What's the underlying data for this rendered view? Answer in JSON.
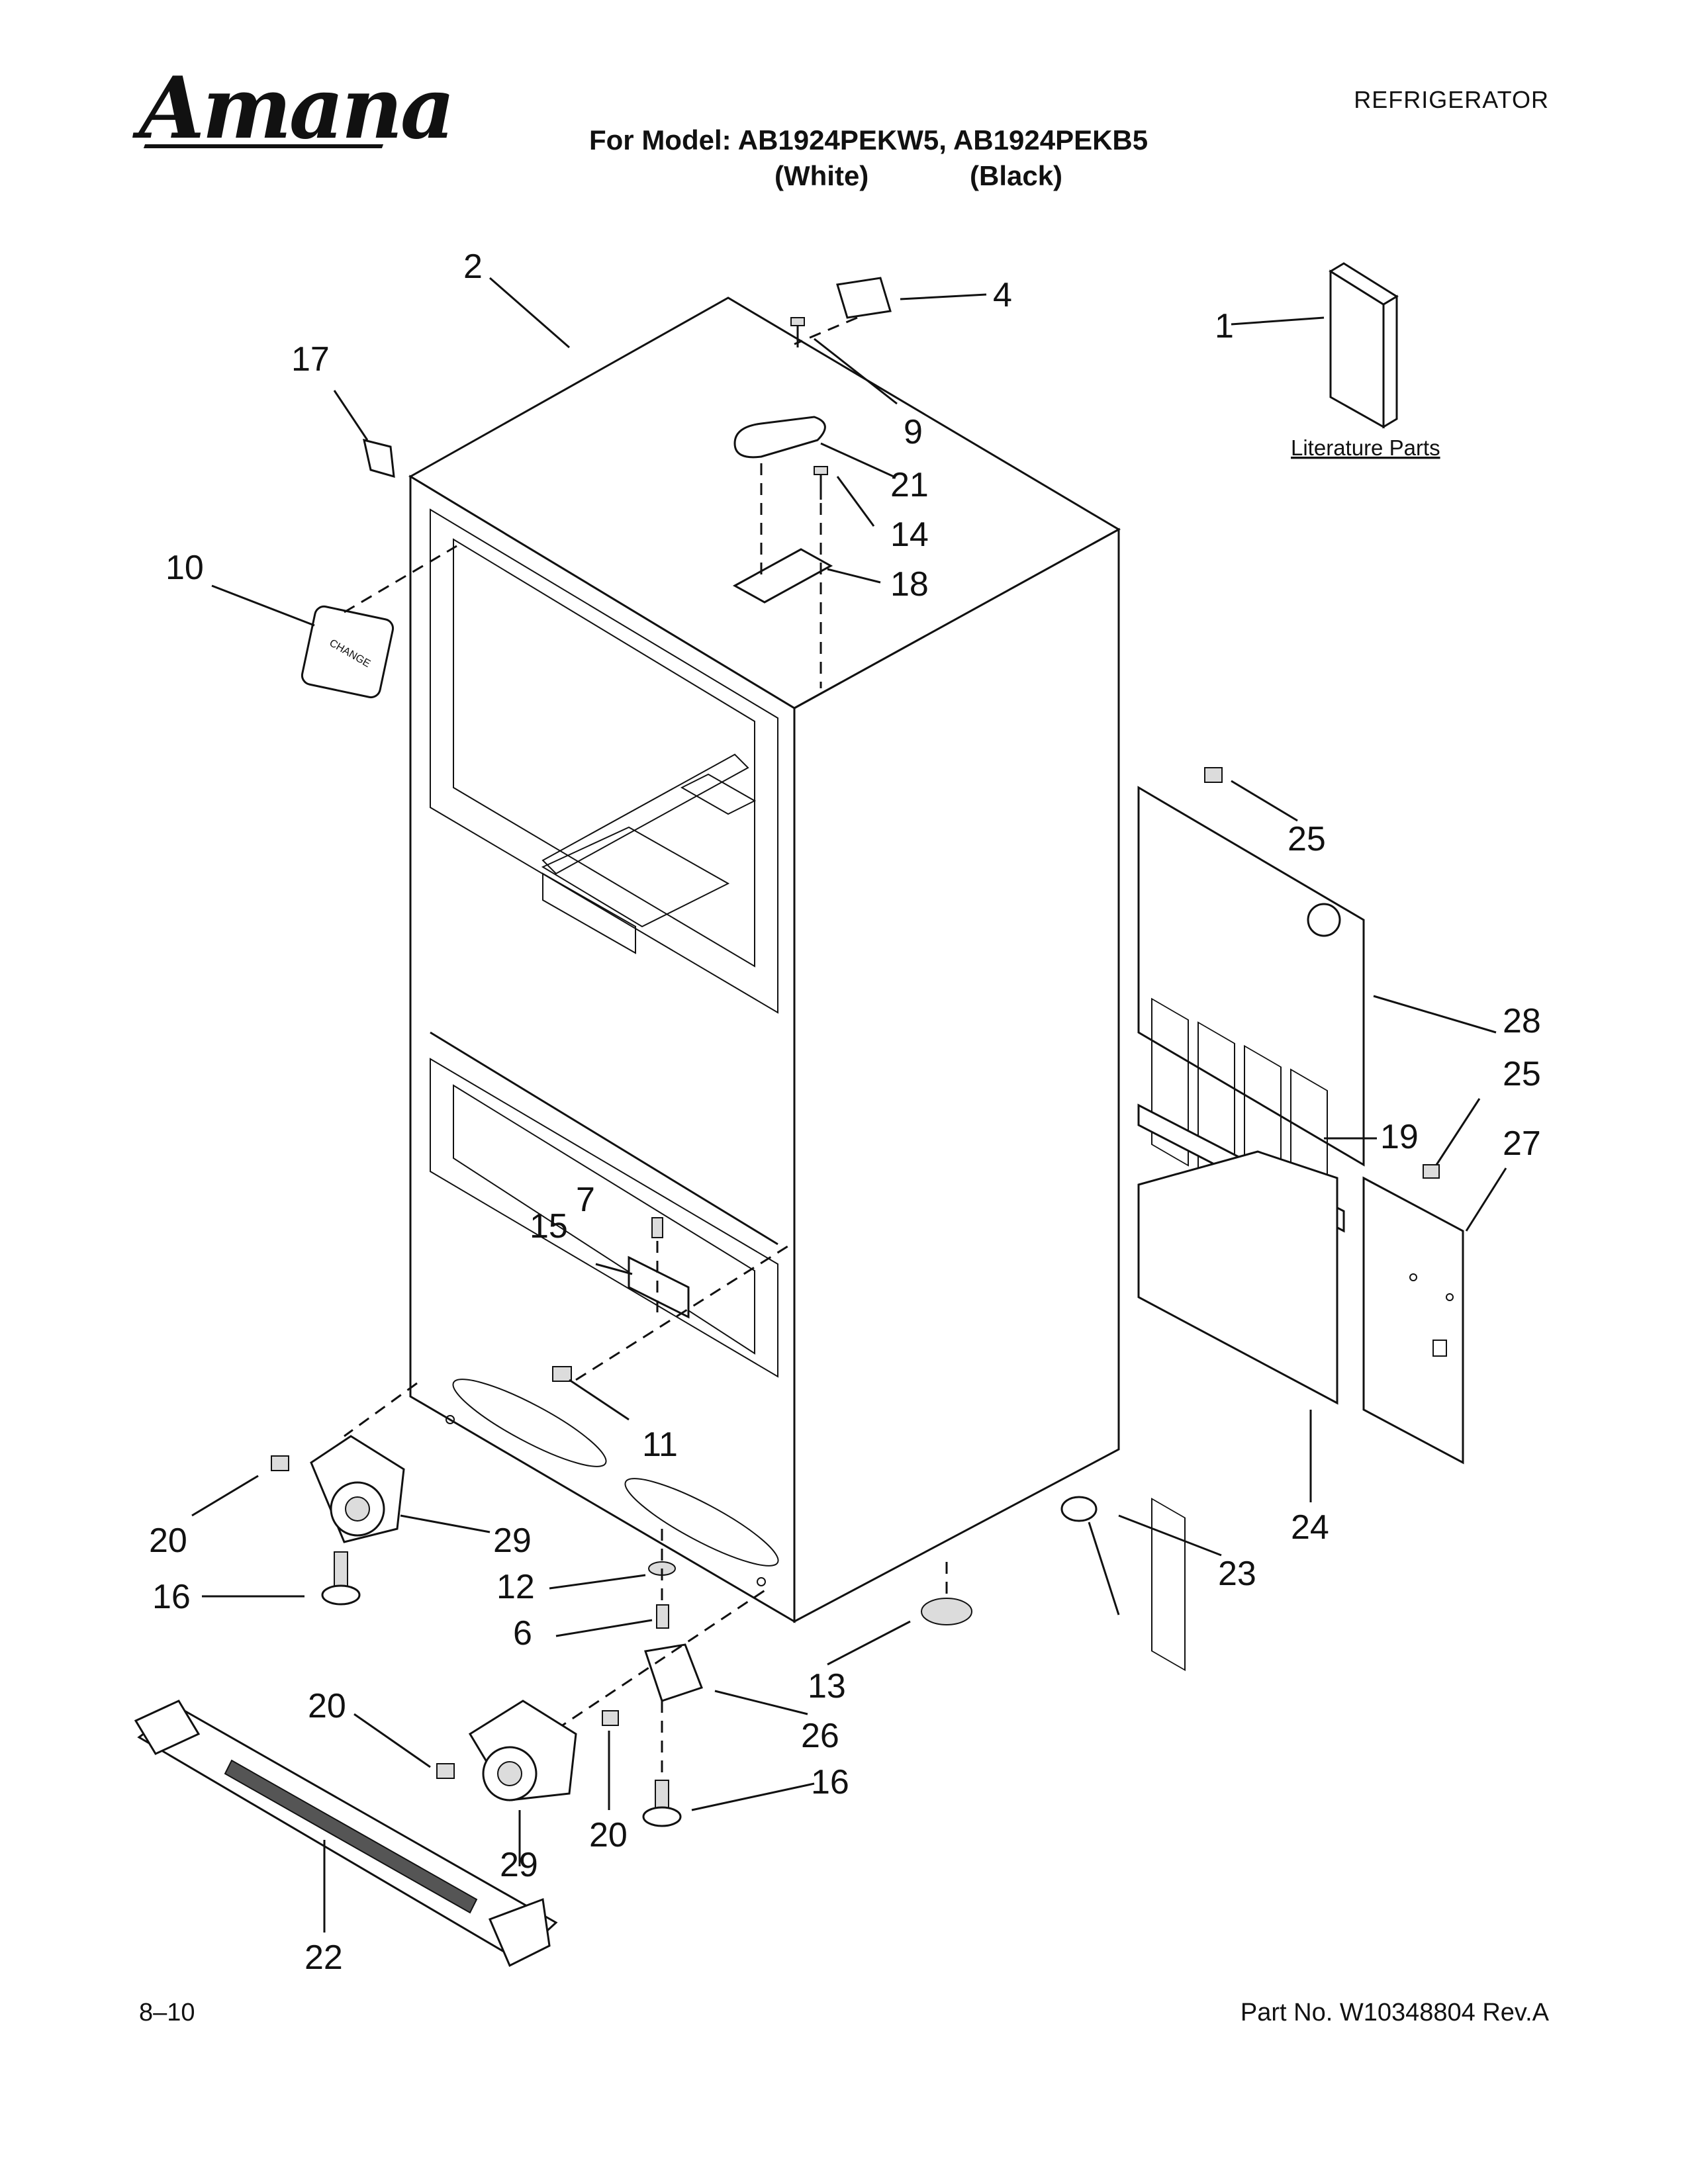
{
  "header": {
    "brand": "Amana",
    "category": "REFRIGERATOR",
    "model_line": "For Model: AB1924PEKW5, AB1924PEKB5",
    "variant_1": "(White)",
    "variant_2": "(Black)"
  },
  "literature_label": "Literature Parts",
  "callouts": [
    "1",
    "2",
    "4",
    "6",
    "7",
    "9",
    "10",
    "11",
    "12",
    "13",
    "14",
    "15",
    "16",
    "16",
    "17",
    "18",
    "19",
    "20",
    "20",
    "20",
    "21",
    "22",
    "23",
    "24",
    "25",
    "25",
    "26",
    "27",
    "28",
    "29",
    "29"
  ],
  "footer": {
    "date": "8–10",
    "part_number": "Part No. W10348804 Rev.A"
  }
}
